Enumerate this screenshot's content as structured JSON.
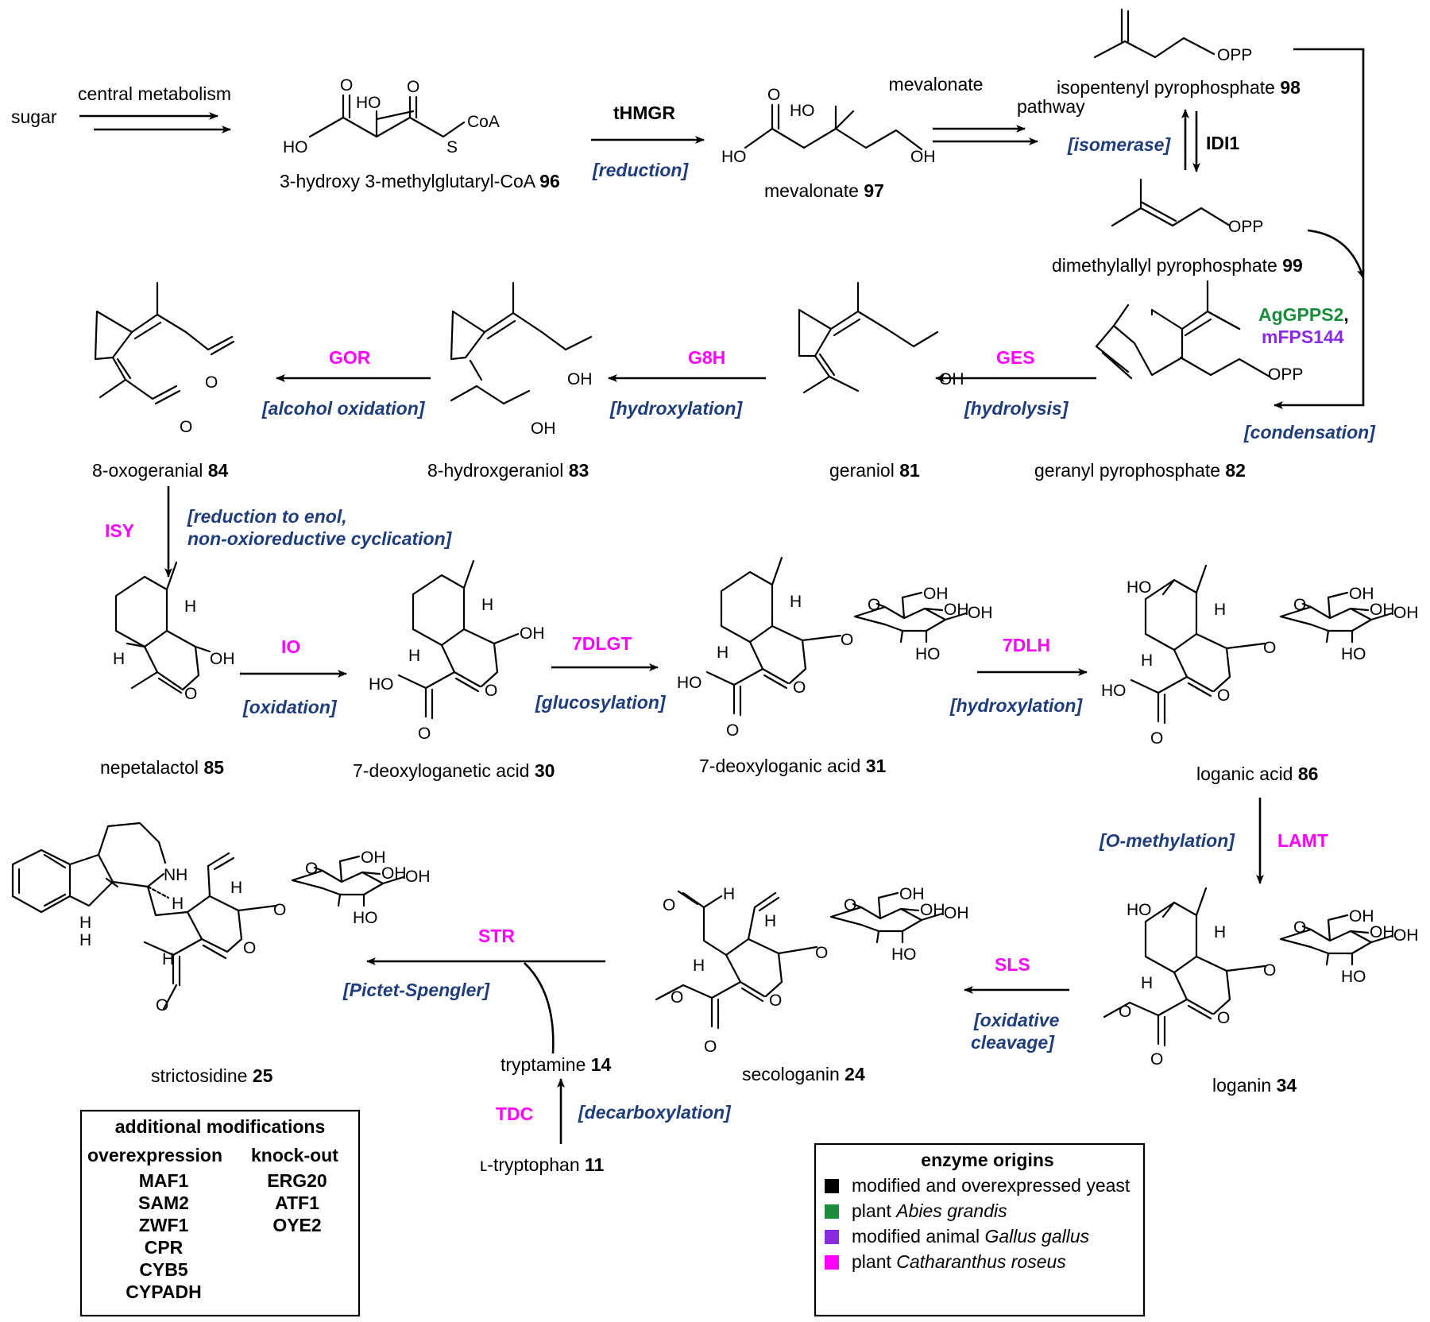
{
  "colors": {
    "text": "#000000",
    "reaction": "#1f3d7a",
    "catharanthus": "#ff00ff",
    "abies": "#1a8c3c",
    "gallus": "#8a2be2",
    "yeast": "#000000"
  },
  "compounds": {
    "sugar": "sugar",
    "hmgcoa": {
      "name": "3-hydroxy 3-methylglutaryl-CoA",
      "num": "96"
    },
    "mevalonate": {
      "name": "mevalonate",
      "num": "97"
    },
    "ipp": {
      "name": "isopentenyl pyrophosphate",
      "num": "98"
    },
    "dmapp": {
      "name": "dimethylallyl pyrophosphate",
      "num": "99"
    },
    "gpp": {
      "name": "geranyl pyrophosphate",
      "num": "82"
    },
    "geraniol": {
      "name": "geraniol",
      "num": "81"
    },
    "hydroxygeraniol": {
      "name": "8-hydroxgeraniol",
      "num": "83"
    },
    "oxogeranial": {
      "name": "8-oxogeranial",
      "num": "84"
    },
    "nepetalactol": {
      "name": "nepetalactol",
      "num": "85"
    },
    "deoxyloganetic": {
      "name": "7-deoxyloganetic acid",
      "num": "30"
    },
    "deoxyloganic": {
      "name": "7-deoxyloganic acid",
      "num": "31"
    },
    "loganic": {
      "name": "loganic acid",
      "num": "86"
    },
    "loganin": {
      "name": "loganin",
      "num": "34"
    },
    "secologanin": {
      "name": "secologanin",
      "num": "24"
    },
    "strictosidine": {
      "name": "strictosidine",
      "num": "25"
    },
    "tryptamine": {
      "name": "tryptamine",
      "num": "14"
    },
    "tryptophan": {
      "name": "ʟ-tryptophan",
      "num": "11"
    }
  },
  "steps": {
    "central": "central metabolism",
    "mevpath": [
      "mevalonate",
      "pathway"
    ],
    "thmgr": {
      "enzyme": "tHMGR",
      "reaction": "[reduction]"
    },
    "idi1": {
      "enzyme": "IDI1",
      "reaction": "[isomerase]"
    },
    "gpps": {
      "enzyme1": "AgGPPS2",
      "sep": ",",
      "enzyme2": "mFPS144",
      "reaction": "[condensation]"
    },
    "ges": {
      "enzyme": "GES",
      "reaction": "[hydrolysis]"
    },
    "g8h": {
      "enzyme": "G8H",
      "reaction": "[hydroxylation]"
    },
    "gor": {
      "enzyme": "GOR",
      "reaction": "[alcohol oxidation]"
    },
    "isy": {
      "enzyme": "ISY",
      "reaction": [
        "[reduction to enol,",
        "non-oxioreductive cyclication]"
      ]
    },
    "io": {
      "enzyme": "IO",
      "reaction": "[oxidation]"
    },
    "dlgt": {
      "enzyme": "7DLGT",
      "reaction": "[glucosylation]"
    },
    "dlh": {
      "enzyme": "7DLH",
      "reaction": "[hydroxylation]"
    },
    "lamt": {
      "enzyme": "LAMT",
      "reaction": "[O-methylation]"
    },
    "sls": {
      "enzyme": "SLS",
      "reaction": [
        "[oxidative",
        "cleavage]"
      ]
    },
    "str": {
      "enzyme": "STR",
      "reaction": "[Pictet-Spengler]"
    },
    "tdc": {
      "enzyme": "TDC",
      "reaction": "[decarboxylation]"
    }
  },
  "atoms": {
    "HO": "HO",
    "OH": "OH",
    "O": "O",
    "H": "H",
    "S": "S",
    "CoA": "CoA",
    "OPP": "OPP",
    "NH": "NH"
  },
  "modifications": {
    "title": "additional modifications",
    "overexpression_header": "overexpression",
    "knockout_header": "knock-out",
    "overexpression": [
      {
        "name": "MAF1",
        "origin": "yeast"
      },
      {
        "name": "SAM2",
        "origin": "yeast"
      },
      {
        "name": "ZWF1",
        "origin": "yeast"
      },
      {
        "name": "CPR",
        "origin": "catharanthus"
      },
      {
        "name": "CYB5",
        "origin": "catharanthus"
      },
      {
        "name": "CYPADH",
        "origin": "catharanthus"
      }
    ],
    "knockout": [
      "ERG20",
      "ATF1",
      "OYE2"
    ]
  },
  "legend": {
    "title": "enzyme origins",
    "items": [
      {
        "text": "modified and overexpressed yeast",
        "species": "",
        "color": "#000000"
      },
      {
        "text": "plant ",
        "species": "Abies grandis",
        "color": "#1a8c3c"
      },
      {
        "text": "modified animal ",
        "species": "Gallus gallus",
        "color": "#8a2be2"
      },
      {
        "text": "plant ",
        "species": "Catharanthus roseus",
        "color": "#ff00ff"
      }
    ]
  }
}
